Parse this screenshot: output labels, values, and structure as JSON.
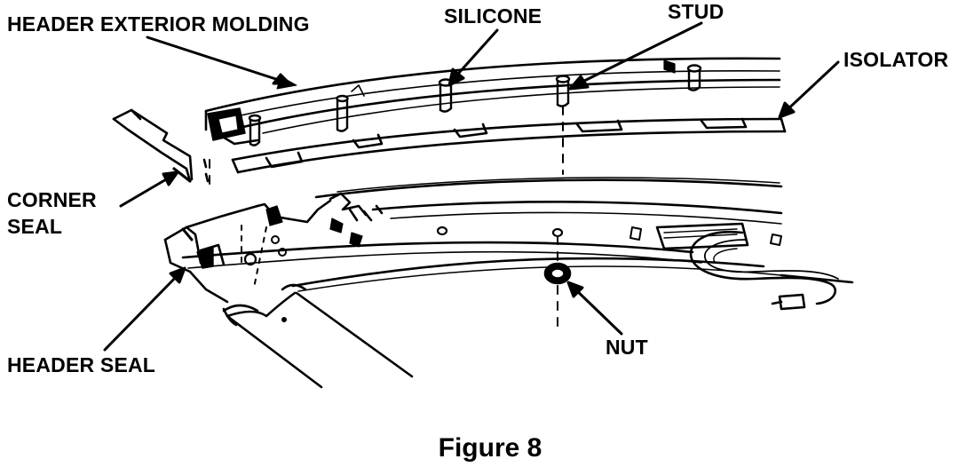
{
  "labels": {
    "header_exterior_molding": "HEADER EXTERIOR MOLDING",
    "silicone": "SILICONE",
    "stud": "STUD",
    "isolator": "ISOLATOR",
    "corner_seal_line1": "CORNER",
    "corner_seal_line2": "SEAL",
    "header_seal": "HEADER SEAL",
    "nut": "NUT"
  },
  "caption": "Figure 8",
  "colors": {
    "ink": "#000000",
    "paper": "#ffffff"
  }
}
